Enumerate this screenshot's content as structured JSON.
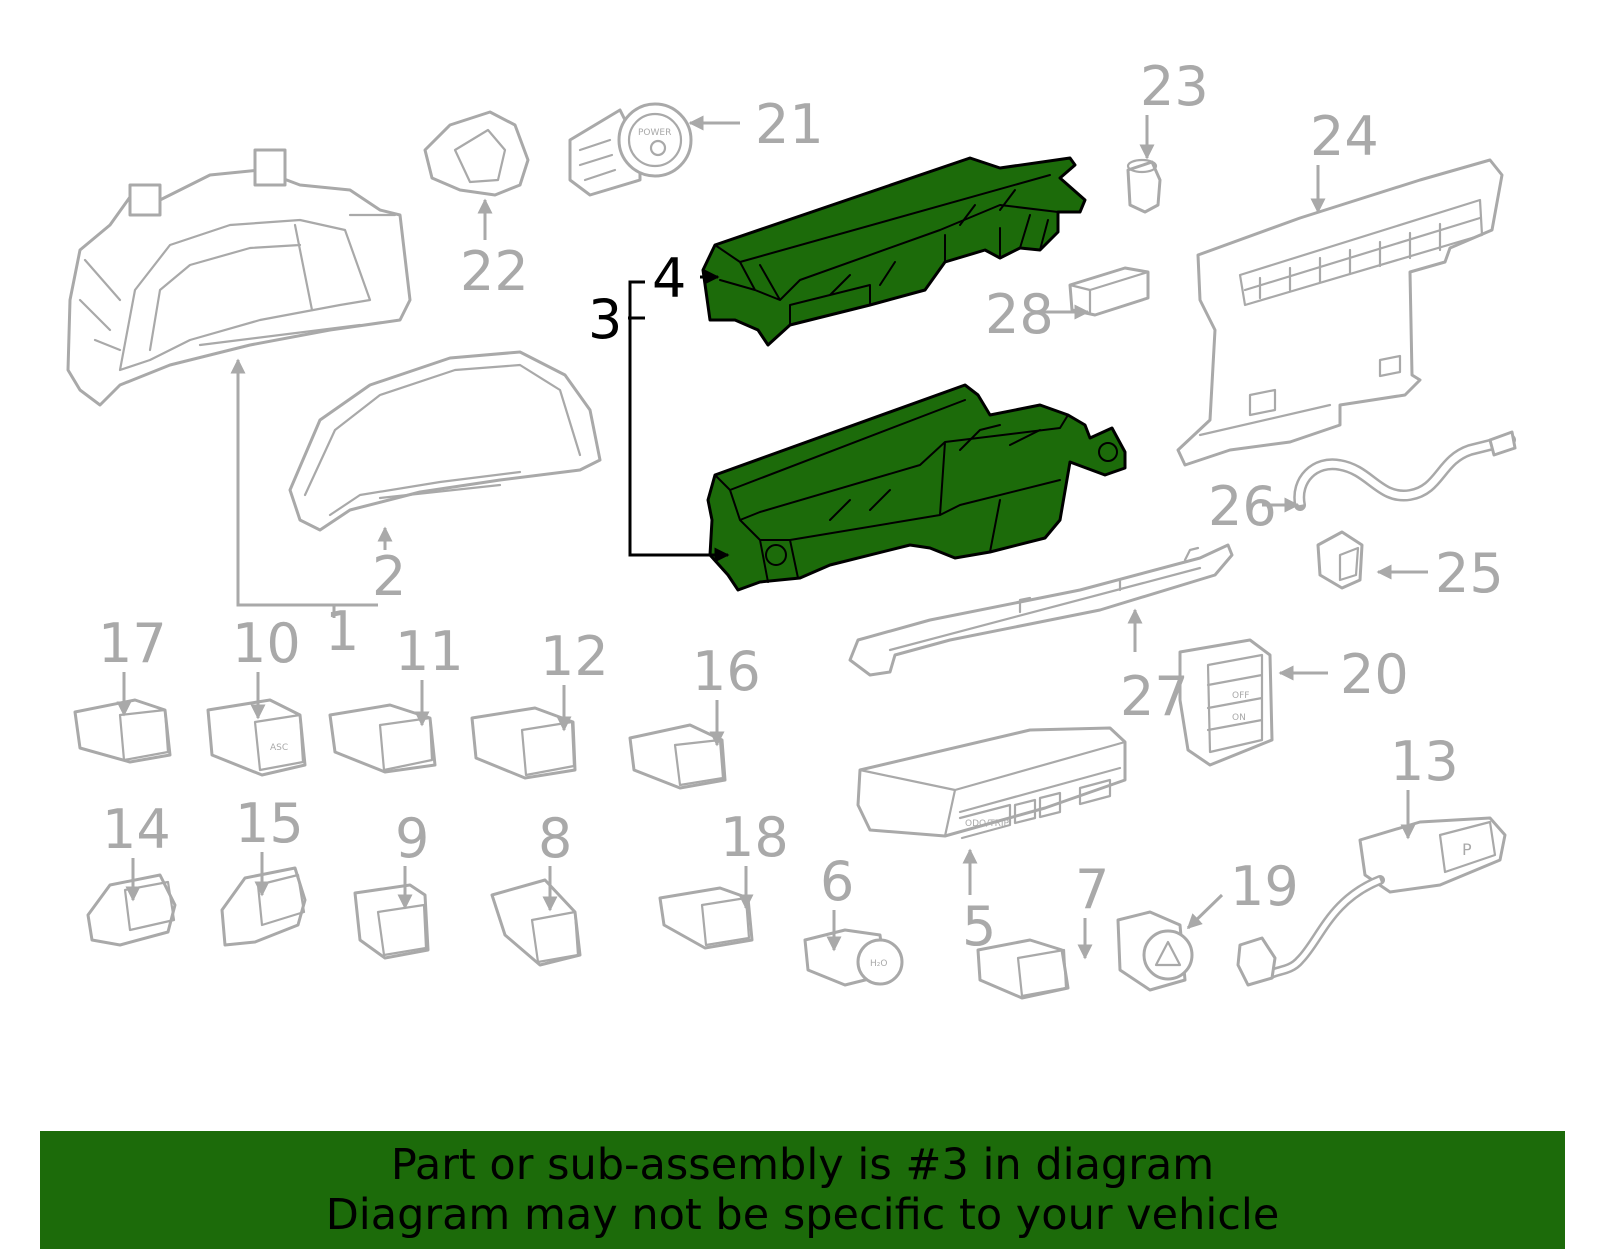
{
  "callouts": {
    "n1": "1",
    "n2": "2",
    "n3": "3",
    "n4": "4",
    "n5": "5",
    "n6": "6",
    "n7": "7",
    "n8": "8",
    "n9": "9",
    "n10": "10",
    "n11": "11",
    "n12": "12",
    "n13": "13",
    "n14": "14",
    "n15": "15",
    "n16": "16",
    "n17": "17",
    "n18": "18",
    "n19": "19",
    "n20": "20",
    "n21": "21",
    "n22": "22",
    "n23": "23",
    "n24": "24",
    "n25": "25",
    "n26": "26",
    "n27": "27",
    "n28": "28"
  },
  "part_labels": {
    "power": "POWER",
    "asc": "ASC",
    "odo_trip": "ODO/TRIP",
    "off": "OFF",
    "on": "ON",
    "p": "P",
    "h2o": "H₂O"
  },
  "highlighted_callout": "3",
  "banner": {
    "line1": "Part or sub-assembly is #3 in diagram",
    "line2": "Diagram may not be specific to your vehicle"
  },
  "colors": {
    "highlight": "#1c6b0a",
    "part_outline": "#a9a9a9",
    "highlight_outline": "#000000",
    "background": "#ffffff"
  }
}
